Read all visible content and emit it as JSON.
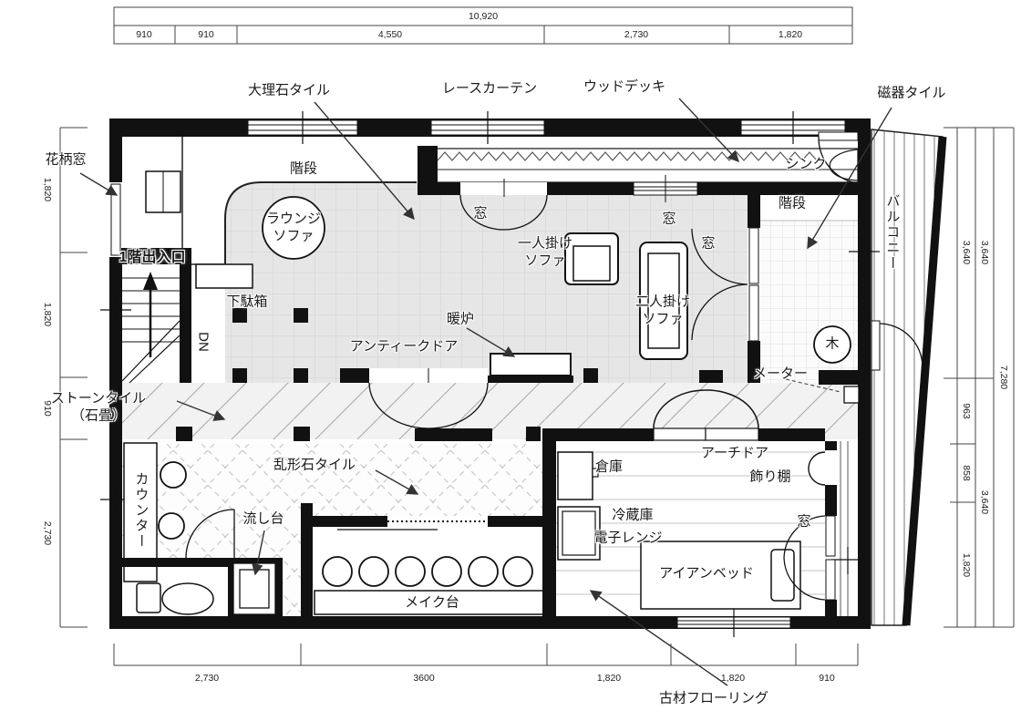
{
  "dims": {
    "top": {
      "total": "10,920",
      "segments": [
        "910",
        "910",
        "4,550",
        "2,730",
        "1,820"
      ]
    },
    "left": [
      "1,820",
      "1,820",
      "910",
      "2,730"
    ],
    "right_inner": [
      "3,640",
      "963",
      "858",
      "1,820"
    ],
    "right_mid": [
      "3,640",
      "3,640"
    ],
    "right_outer": "7,280",
    "bottom": [
      "2,730",
      "3600",
      "1,820",
      "1,820",
      "910"
    ]
  },
  "labels": {
    "hanagara": "花柄窓",
    "dairiseki": "大理石タイル",
    "lace": "レースカーテン",
    "wooddeck": "ウッドデッキ",
    "jiki": "磁器タイル",
    "kaidan_tl": "階段",
    "sink_top": "シンク",
    "kaidan_tr": "階段",
    "lounge": "ラウンジ\nソファ",
    "mado1": "窓",
    "mado2": "窓",
    "mado3": "窓",
    "mado4": "窓",
    "hitori": "一人掛け\nソファ",
    "futari": "二人掛け\nソファ",
    "balcony": "バルコニー",
    "entrance": "1階出入口",
    "getabako": "下駄箱",
    "dn": "DN",
    "danro": "暖炉",
    "antique": "アンティークドア",
    "ki": "木",
    "meter": "メーター",
    "stone": "ストーンタイル\n（石畳）",
    "counter": "カウンター",
    "ranke": "乱形石タイル",
    "arch": "アーチドア",
    "kazari": "飾り棚",
    "souko": "倉庫",
    "reizo": "冷蔵庫",
    "renji": "電子レンジ",
    "nagashi": "流し台",
    "bed": "アイアンベッド",
    "make": "メイク台",
    "kozai": "古材フローリング"
  },
  "colors": {
    "wall": "#111111",
    "tile_gray": "#e6e6e6",
    "leader": "#333333"
  }
}
